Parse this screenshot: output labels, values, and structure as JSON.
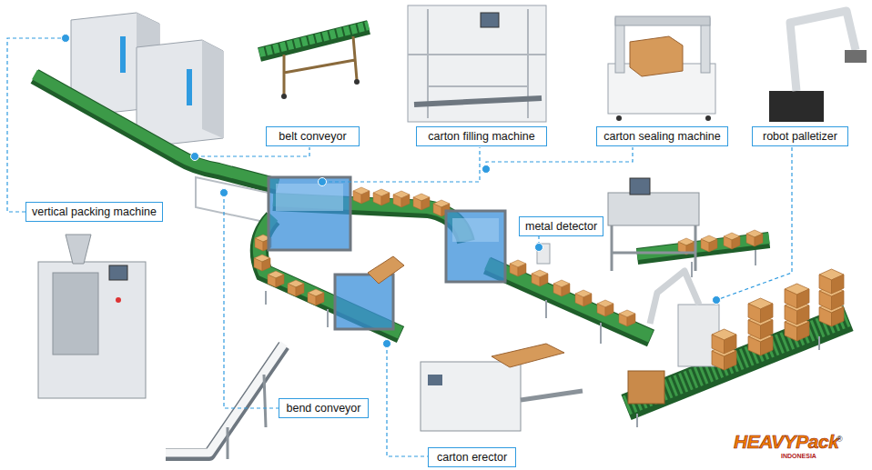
{
  "diagram": {
    "nodes": [
      {
        "text": [
          "belt conveyor"
        ]
      },
      {
        "text": [
          "carton filling machine"
        ]
      },
      {
        "text": [
          "carton sealing machine"
        ]
      },
      {
        "text": [
          "robot palletizer"
        ]
      },
      {
        "text": [
          "vertical packing machine"
        ]
      },
      {
        "text": [
          "metal detector"
        ]
      },
      {
        "text": [
          "bend conveyor"
        ]
      },
      {
        "text": [
          "carton erector"
        ]
      }
    ],
    "labels": [
      "HEAVYPack",
      "®",
      "INDONESIA"
    ]
  }
}
